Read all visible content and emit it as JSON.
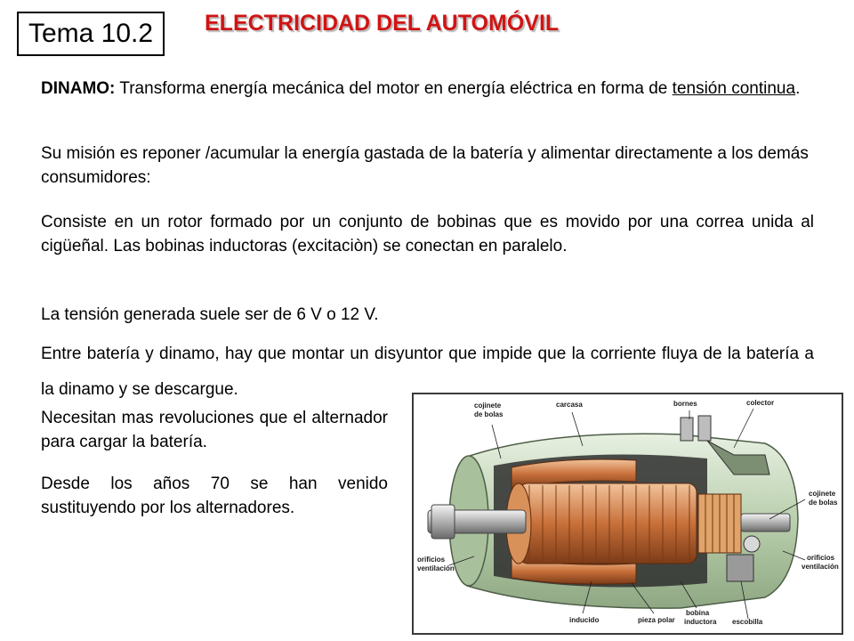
{
  "tema": "Tema 10.2",
  "title": "ELECTRICIDAD DEL AUTOMÓVIL",
  "p1": {
    "term": "DINAMO:",
    "text_a": " Transforma energía mecánica del motor en energía eléctrica en forma de ",
    "underlined": "tensión continua",
    "text_b": "."
  },
  "p2": "Su misión es reponer /acumular la energía gastada de la batería y alimentar directamente a los demás consumidores:",
  "p3": "Consiste en un rotor formado por un conjunto de bobinas que es movido por una correa unida al cigüeñal. Las bobinas inductoras (excitaciòn) se conectan en paralelo.",
  "p4": "La tensión generada suele ser de 6 V o 12 V.",
  "p5": "Entre batería y dinamo, hay que montar un disyuntor que impide que la corriente fluya de la batería a la dinamo y se descargue.",
  "side1": "Necesitan mas revoluciones que el alternador para cargar la batería.",
  "side2": "Desde los años 70 se han venido sustituyendo por los alternadores.",
  "diagram_labels": {
    "cojinete_top_1": "cojinete",
    "cojinete_top_2": "de bolas",
    "carcasa": "carcasa",
    "bornes": "bornes",
    "colector": "colector",
    "cojinete_right_1": "cojinete",
    "cojinete_right_2": "de bolas",
    "orificios_left_1": "orificios",
    "orificios_left_2": "ventilación",
    "orificios_right_1": "orificios",
    "orificios_right_2": "ventilación",
    "inducido": "inducido",
    "pieza_polar": "pieza polar",
    "bobina_1": "bobina",
    "bobina_2": "inductora",
    "escobilla": "escobilla"
  },
  "colors": {
    "title": "#d01414",
    "copper": "#c8703a",
    "housing": "#cfe0c6"
  }
}
